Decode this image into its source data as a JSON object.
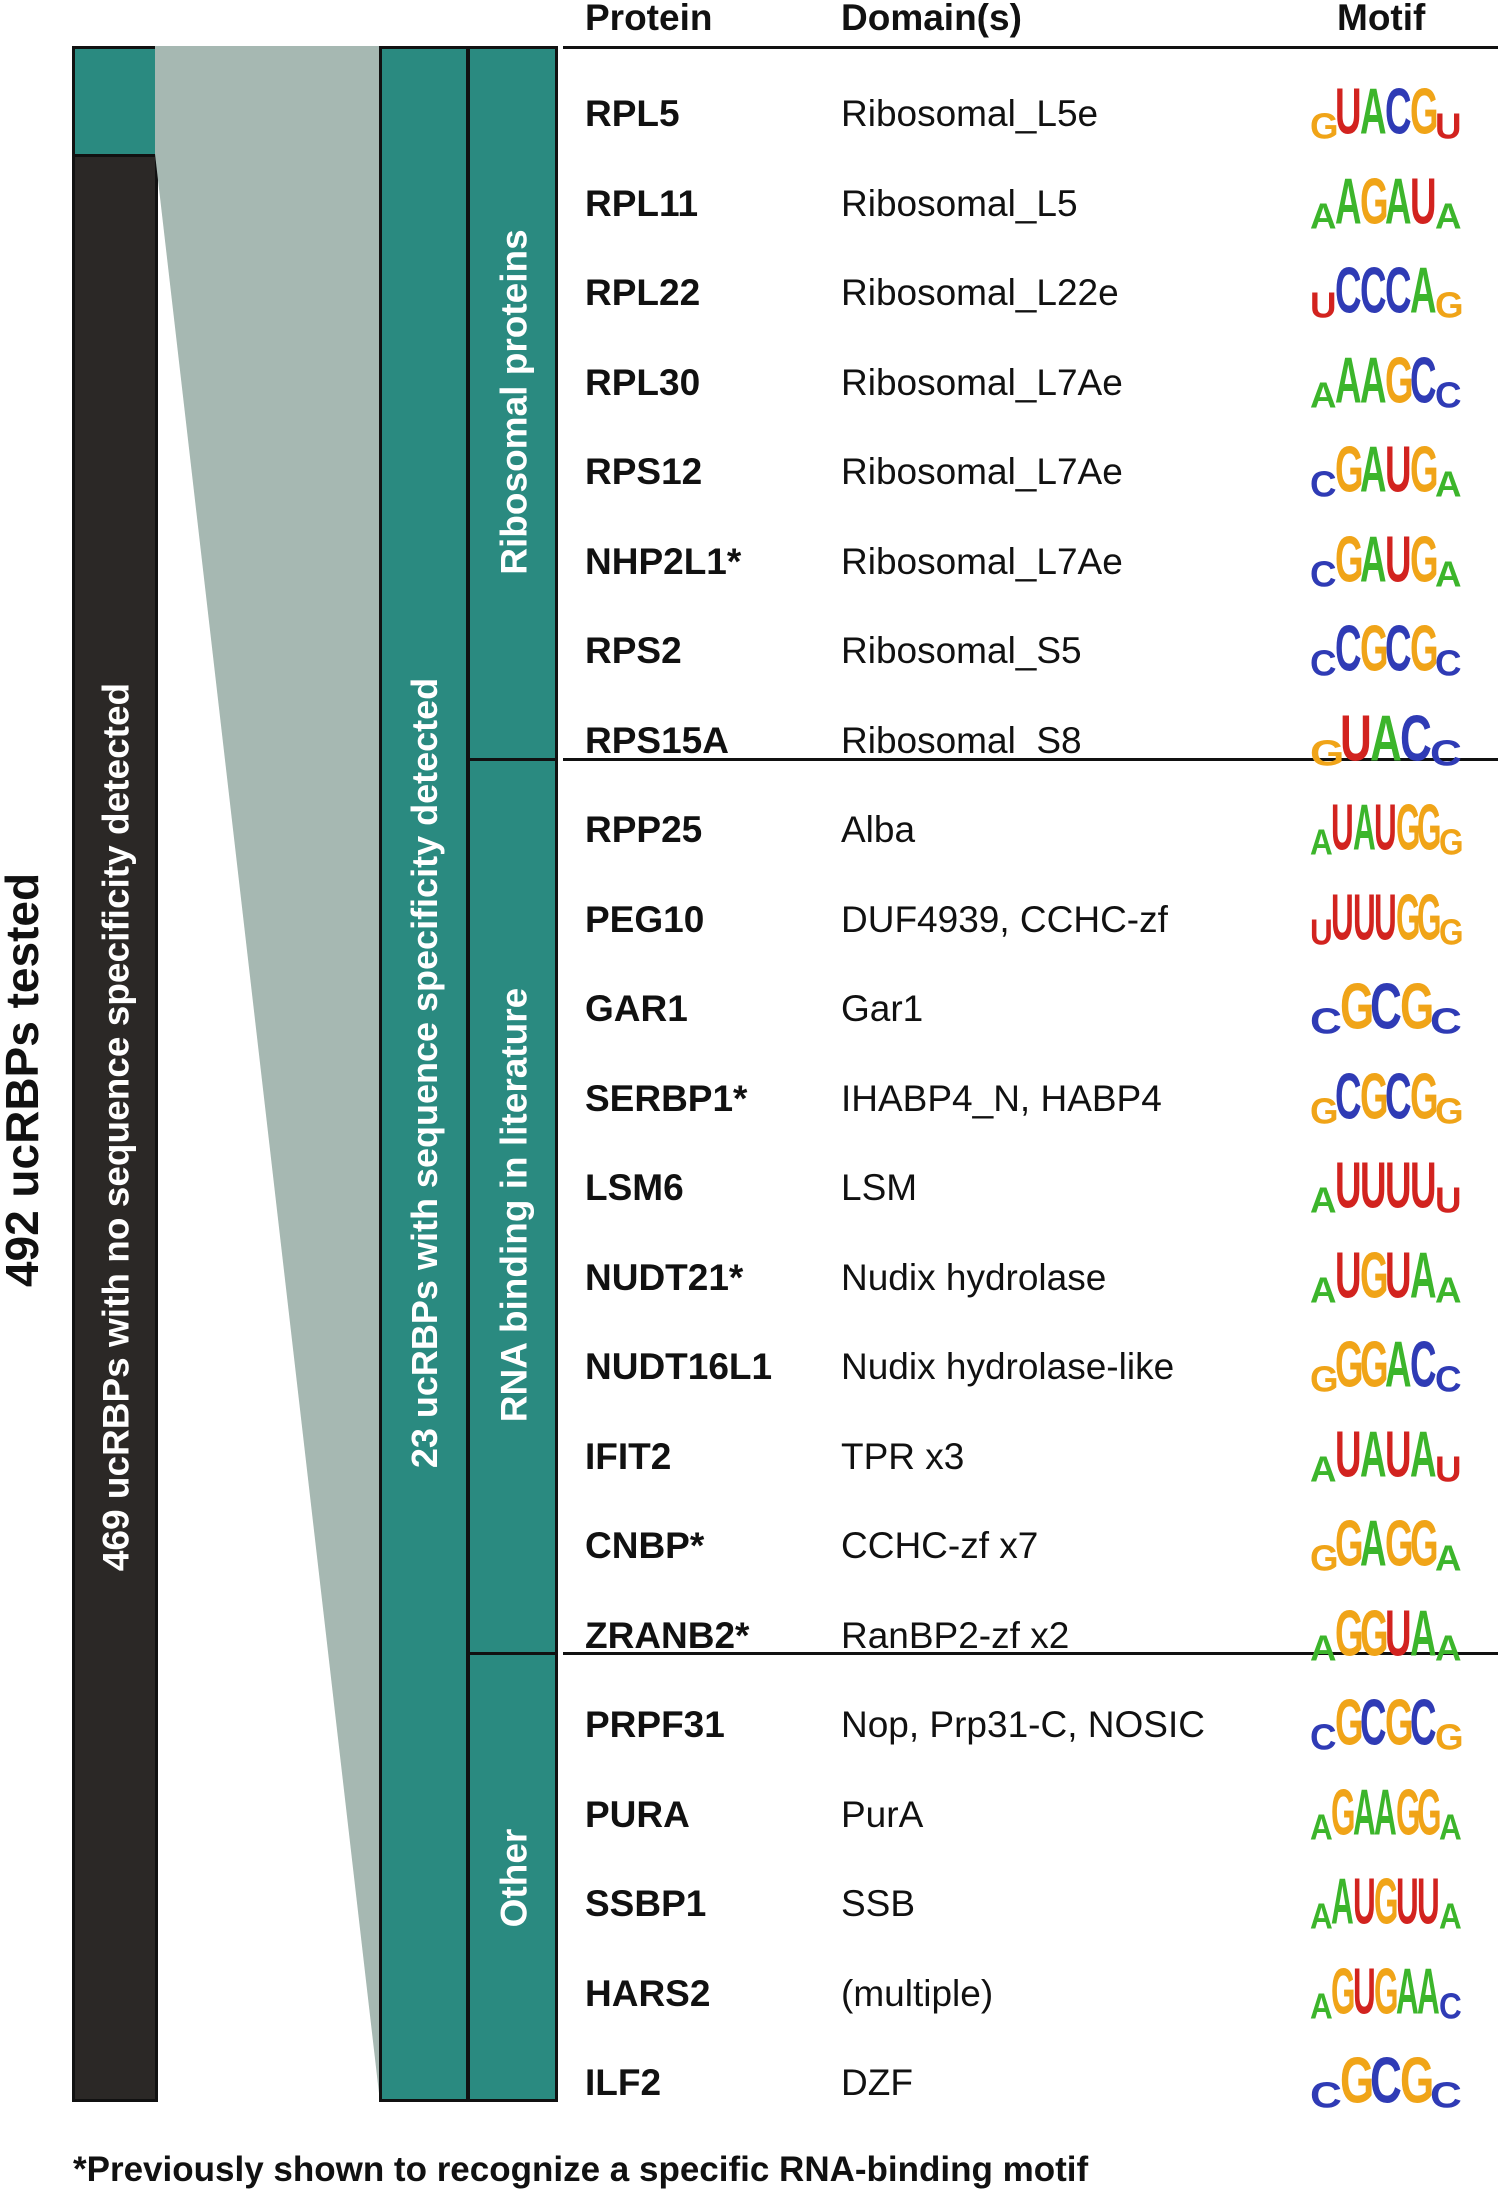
{
  "total_label": "492 ucRBPs tested",
  "no_specificity_label": "469 ucRBPs with no sequence specificity detected",
  "with_specificity_label": "23 ucRBPs with sequence specificity detected",
  "groups": [
    {
      "label": "Ribosomal proteins",
      "count": 8
    },
    {
      "label": "RNA binding in literature",
      "count": 10
    },
    {
      "label": "Other",
      "count": 5
    }
  ],
  "headers": {
    "protein": "Protein",
    "domains": "Domain(s)",
    "motif": "Motif"
  },
  "rows": [
    {
      "protein": "RPL5",
      "domain": "Ribosomal_L5e",
      "motif": "GUACGU"
    },
    {
      "protein": "RPL11",
      "domain": "Ribosomal_L5",
      "motif": "AAGAUA"
    },
    {
      "protein": "RPL22",
      "domain": "Ribosomal_L22e",
      "motif": "UCCCAG"
    },
    {
      "protein": "RPL30",
      "domain": "Ribosomal_L7Ae",
      "motif": "AAAGCC"
    },
    {
      "protein": "RPS12",
      "domain": "Ribosomal_L7Ae",
      "motif": "CGAUGA"
    },
    {
      "protein": "NHP2L1*",
      "domain": "Ribosomal_L7Ae",
      "motif": "CGAUGA"
    },
    {
      "protein": "RPS2",
      "domain": "Ribosomal_S5",
      "motif": "CCGCGC"
    },
    {
      "protein": "RPS15A",
      "domain": "Ribosomal_S8",
      "motif": "GUACC"
    },
    {
      "protein": "RPP25",
      "domain": "Alba",
      "motif": "AUAUGGG"
    },
    {
      "protein": "PEG10",
      "domain": "DUF4939, CCHC-zf",
      "motif": "UUUUGGG"
    },
    {
      "protein": "GAR1",
      "domain": "Gar1",
      "motif": "CGCGC"
    },
    {
      "protein": "SERBP1*",
      "domain": "IHABP4_N, HABP4",
      "motif": "GCGCGG"
    },
    {
      "protein": "LSM6",
      "domain": "LSM",
      "motif": "AUUUUU"
    },
    {
      "protein": "NUDT21*",
      "domain": "Nudix hydrolase",
      "motif": "AUGUAA"
    },
    {
      "protein": "NUDT16L1",
      "domain": "Nudix hydrolase-like",
      "motif": "GGGACC"
    },
    {
      "protein": "IFIT2",
      "domain": "TPR x3",
      "motif": "AUAUAU"
    },
    {
      "protein": "CNBP*",
      "domain": "CCHC-zf x7",
      "motif": "GGAGGA"
    },
    {
      "protein": "ZRANB2*",
      "domain": "RanBP2-zf x2",
      "motif": "AGGUAA"
    },
    {
      "protein": "PRPF31",
      "domain": "Nop, Prp31-C, NOSIC",
      "motif": "CGCGCG"
    },
    {
      "protein": "PURA",
      "domain": "PurA",
      "motif": "AGAAGGA"
    },
    {
      "protein": "SSBP1",
      "domain": "SSB",
      "motif": "AAUGUUA"
    },
    {
      "protein": "HARS2",
      "domain": "(multiple)",
      "motif": "AGUGAAC"
    },
    {
      "protein": "ILF2",
      "domain": "DZF",
      "motif": "CGCGC"
    }
  ],
  "footnote": "*Previously shown to recognize a specific RNA-binding motif",
  "colors": {
    "teal": "#2a8a80",
    "dark": "#2b2826",
    "wedge": "#a6b8b2",
    "A": "#3cb52b",
    "C": "#2f3bb5",
    "G": "#f0a418",
    "U": "#d2231f"
  }
}
